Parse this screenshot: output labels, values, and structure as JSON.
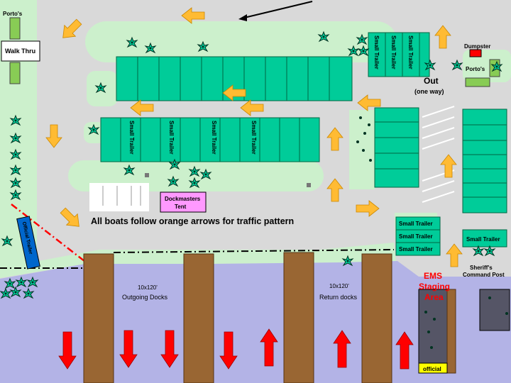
{
  "labels": {
    "portos_left": "Porto's",
    "walk_thru": "Walk Thru",
    "dumpster": "Dumpster",
    "portos_right": "Porto's",
    "out": "Out",
    "one_way": "(one way)",
    "small_trailer": "Small Trailer",
    "dockmasters_line1": "Dockmasters",
    "dockmasters_line2": "Tent",
    "traffic_note": "All boats follow orange arrows for traffic pattern",
    "official_trailer": "Official Trailer",
    "outgoing_size": "10x120'",
    "outgoing_docks": "Outgoing Docks",
    "return_size": "10x120'",
    "return_docks": "Return docks",
    "ems_line1": "EMS",
    "ems_line2": "Staging",
    "ems_line3": "Area",
    "sheriffs_line1": "Sheriff's",
    "sheriffs_line2": "Command Post",
    "official": "official"
  },
  "colors": {
    "ground": "#d9d9d9",
    "water": "#b3b3e6",
    "lawn": "#ccf0cc",
    "parking_stall": "#00cc99",
    "dock": "#996633",
    "traffic_arrow": "#ffbb33",
    "dock_arrow": "#ff0000",
    "dockmasters_tent": "#ff99ff",
    "ems_text": "#ff0000",
    "official_trailer": "#0066cc",
    "dumpster": "#ff0000",
    "porto": "#88cc55"
  }
}
